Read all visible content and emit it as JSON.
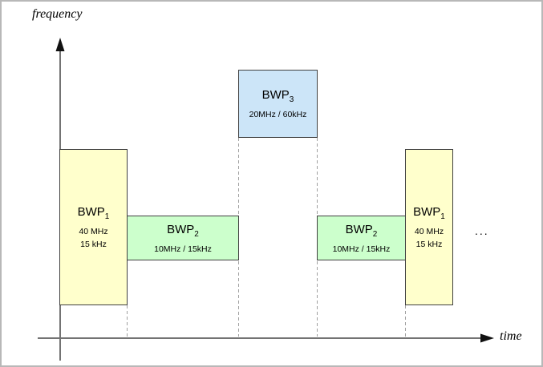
{
  "axes": {
    "y_label": "frequency",
    "x_label": "time"
  },
  "ellipsis": "...",
  "boxes": [
    {
      "label": "BWP",
      "sub": "1",
      "line2": "40 MHz",
      "line3": "15 kHz"
    },
    {
      "label": "BWP",
      "sub": "2",
      "line2": "10MHz / 15kHz"
    },
    {
      "label": "BWP",
      "sub": "3",
      "line2": "20MHz / 60kHz"
    },
    {
      "label": "BWP",
      "sub": "2",
      "line2": "10MHz / 15kHz"
    },
    {
      "label": "BWP",
      "sub": "1",
      "line2": "40 MHz",
      "line3": "15 kHz"
    }
  ],
  "colors": {
    "bwp1_fill": "#ffffcc",
    "bwp2_fill": "#ccffcc",
    "bwp3_fill": "#cce5f8",
    "box_border": "#404040",
    "axis_line": "#737373",
    "arrowhead": "#111111",
    "dashed_boundary": "#a0a0a0",
    "frame_border": "#b8b8b8"
  }
}
